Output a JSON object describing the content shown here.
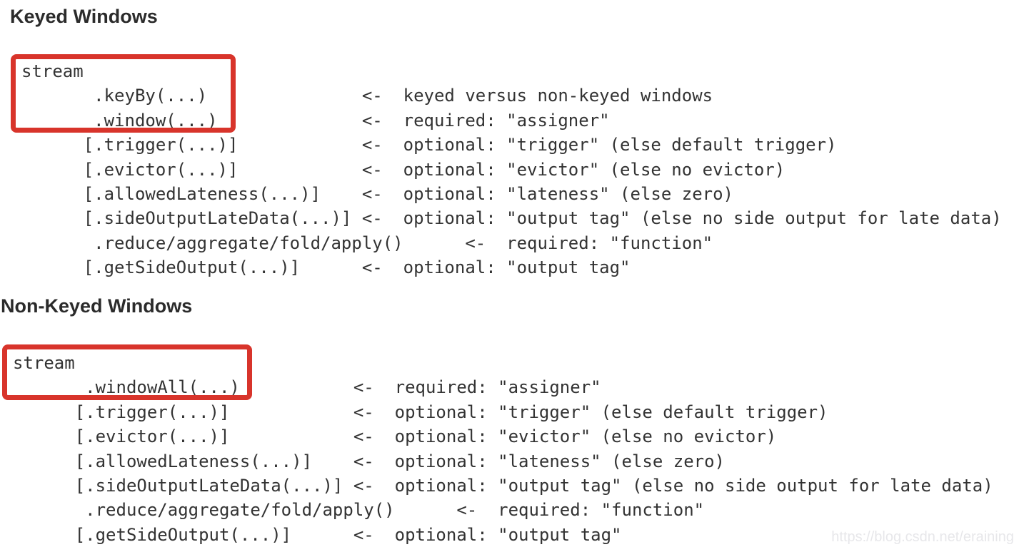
{
  "page": {
    "background_color": "#ffffff",
    "code_text_color": "#333333",
    "heading_text_color": "#2b2b2b",
    "highlight_box_color": "#d8342b"
  },
  "sections": [
    {
      "heading": "Keyed Windows",
      "code_lines": [
        "stream",
        "       .keyBy(...)               <-  keyed versus non-keyed windows",
        "       .window(...)              <-  required: \"assigner\"",
        "      [.trigger(...)]            <-  optional: \"trigger\" (else default trigger)",
        "      [.evictor(...)]            <-  optional: \"evictor\" (else no evictor)",
        "      [.allowedLateness(...)]    <-  optional: \"lateness\" (else zero)",
        "      [.sideOutputLateData(...)] <-  optional: \"output tag\" (else no side output for late data)",
        "       .reduce/aggregate/fold/apply()      <-  required: \"function\"",
        "      [.getSideOutput(...)]      <-  optional: \"output tag\""
      ],
      "highlighted_code": "stream .keyBy(...) .window(...)",
      "highlight_color": "#d8342b"
    },
    {
      "heading": "Non-Keyed Windows",
      "code_lines": [
        "stream",
        "       .windowAll(...)           <-  required: \"assigner\"",
        "      [.trigger(...)]            <-  optional: \"trigger\" (else default trigger)",
        "      [.evictor(...)]            <-  optional: \"evictor\" (else no evictor)",
        "      [.allowedLateness(...)]    <-  optional: \"lateness\" (else zero)",
        "      [.sideOutputLateData(...)] <-  optional: \"output tag\" (else no side output for late data)",
        "       .reduce/aggregate/fold/apply()      <-  required: \"function\"",
        "      [.getSideOutput(...)]      <-  optional: \"output tag\""
      ],
      "highlighted_code": "stream .windowAll(...)",
      "highlight_color": "#d8342b"
    }
  ],
  "watermark": {
    "text": "https://blog.csdn.net/eraining",
    "color": "#e7e7ea"
  }
}
